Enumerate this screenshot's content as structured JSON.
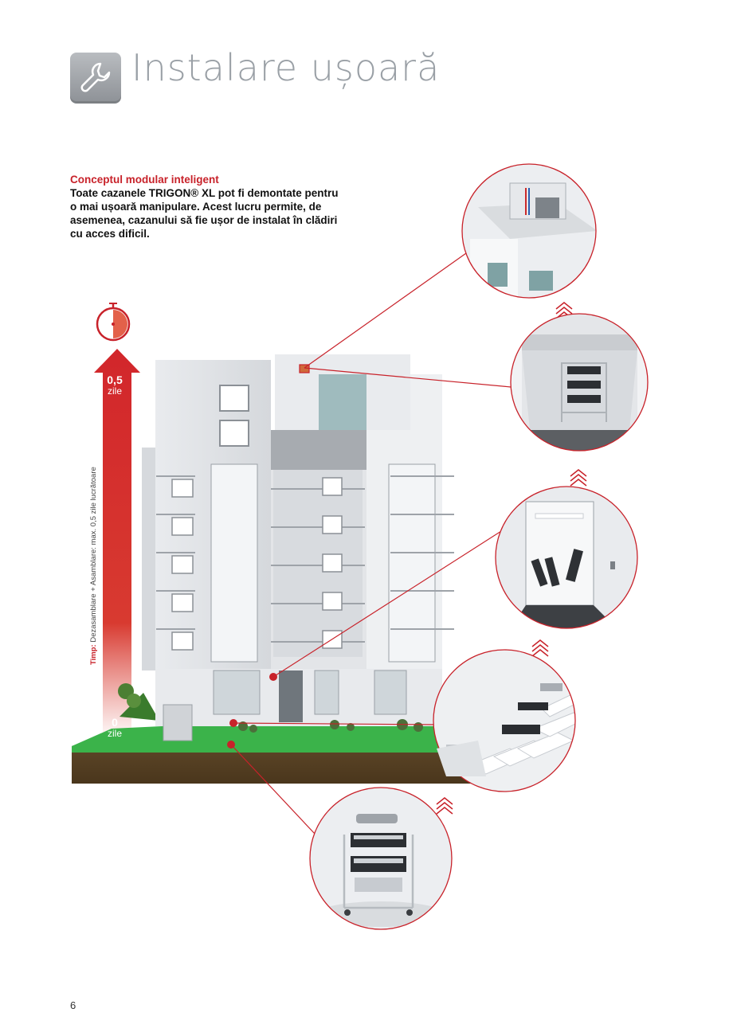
{
  "header": {
    "title": "Instalare ușoară",
    "icon": "wrench-icon"
  },
  "intro": {
    "subtitle": "Conceptul modular inteligent",
    "body": "Toate cazanele TRIGON® XL pot fi demontate pentru o mai ușoară manipulare. Acest lucru permite, de asemenea, cazanului să fie ușor de instalat în clădiri cu acces dificil."
  },
  "timeline": {
    "top_value": "0,5",
    "top_unit": "zile",
    "bottom_value": "0",
    "bottom_unit": "zile",
    "caption_bold": "Timp:",
    "caption": "Dezasamblare + Asamblare: max. 0,5 zile lucrătoare",
    "icon": "stopwatch-icon"
  },
  "colors": {
    "accent": "#c8222a",
    "title_gray": "#9aa0a6",
    "ground_green": "#3bb34a",
    "soil_brown": "#5a4325"
  },
  "page_number": "6"
}
